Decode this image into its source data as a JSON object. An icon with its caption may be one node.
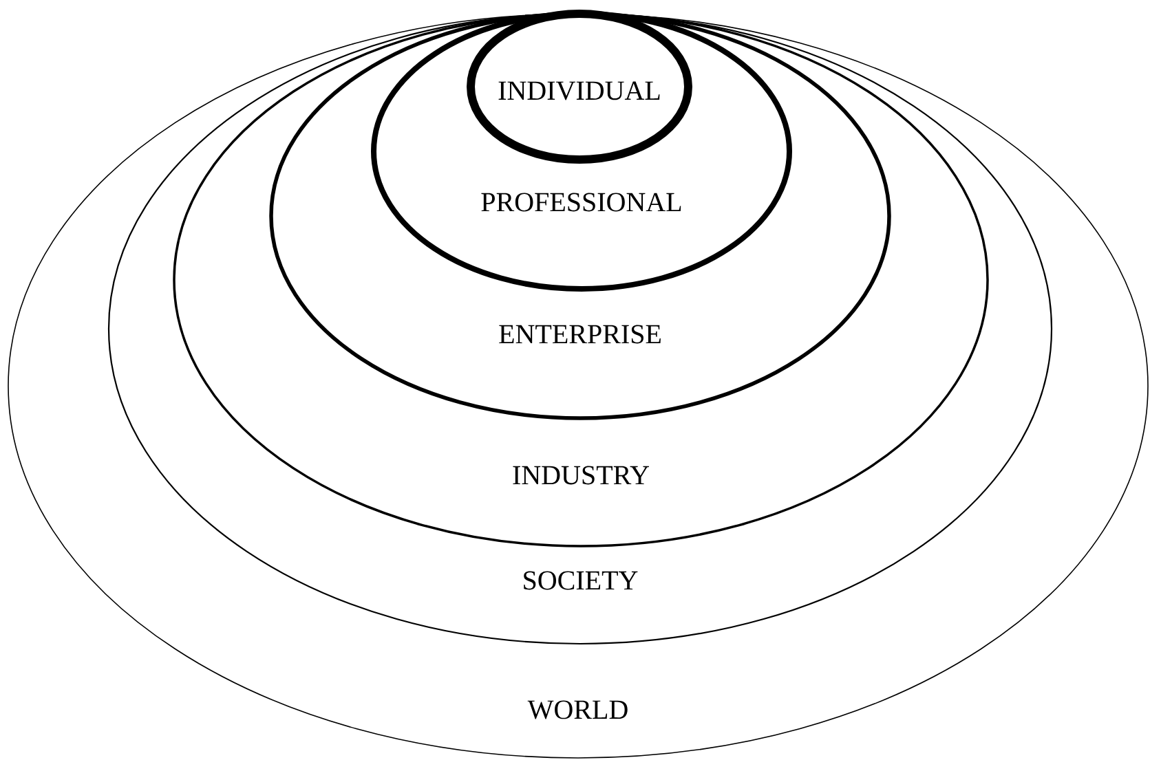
{
  "diagram": {
    "nodes": [
      {
        "text": [
          "WORLD"
        ]
      },
      {
        "text": [
          "SOCIETY"
        ],
        "in": 0
      },
      {
        "text": [
          "INDUSTRY"
        ],
        "in": 1
      },
      {
        "text": [
          "ENTERPRISE"
        ],
        "in": 2
      },
      {
        "text": [
          "PROFESSIONAL"
        ],
        "in": 3
      },
      {
        "text": [
          "INDIVIDUAL"
        ],
        "in": 4
      }
    ]
  }
}
